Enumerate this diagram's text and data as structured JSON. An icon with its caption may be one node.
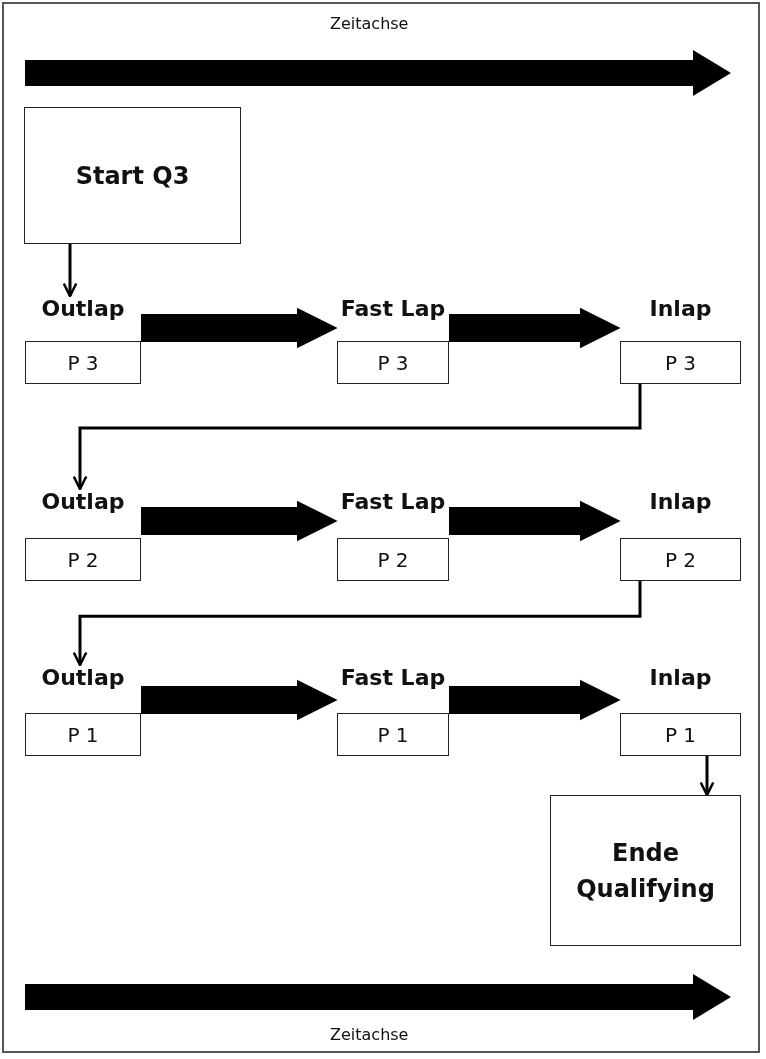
{
  "diagram": {
    "nodes": [
      {
        "text": [
          "Start Q3"
        ]
      },
      {
        "text": [
          "Outlap",
          "P 3"
        ]
      },
      {
        "text": [
          "Fast Lap",
          "P 3"
        ]
      },
      {
        "text": [
          "Inlap",
          "P 3"
        ]
      },
      {
        "text": [
          "Outlap",
          "P 2"
        ]
      },
      {
        "text": [
          "Fast Lap",
          "P 2"
        ]
      },
      {
        "text": [
          "Inlap",
          "P 2"
        ]
      },
      {
        "text": [
          "Outlap",
          "P 1"
        ]
      },
      {
        "text": [
          "Fast Lap",
          "P 1"
        ]
      },
      {
        "text": [
          "Inlap",
          "P 1"
        ]
      },
      {
        "text": [
          "Ende Qualifying"
        ]
      }
    ],
    "edges": [
      {
        "from": 0,
        "to": 1,
        "arrow": "to"
      },
      {
        "from": 1,
        "to": 2,
        "arrow": "to"
      },
      {
        "from": 2,
        "to": 3,
        "arrow": "to"
      },
      {
        "from": 3,
        "to": 4,
        "arrow": "to"
      },
      {
        "from": 4,
        "to": 5,
        "arrow": "to"
      },
      {
        "from": 5,
        "to": 6,
        "arrow": "to"
      },
      {
        "from": 6,
        "to": 7,
        "arrow": "to"
      },
      {
        "from": 7,
        "to": 8,
        "arrow": "to"
      },
      {
        "from": 8,
        "to": 9,
        "arrow": "to"
      },
      {
        "from": 9,
        "to": 10,
        "arrow": "to"
      }
    ],
    "labels": [
      "Zeitachse",
      "Zeitachse"
    ]
  }
}
